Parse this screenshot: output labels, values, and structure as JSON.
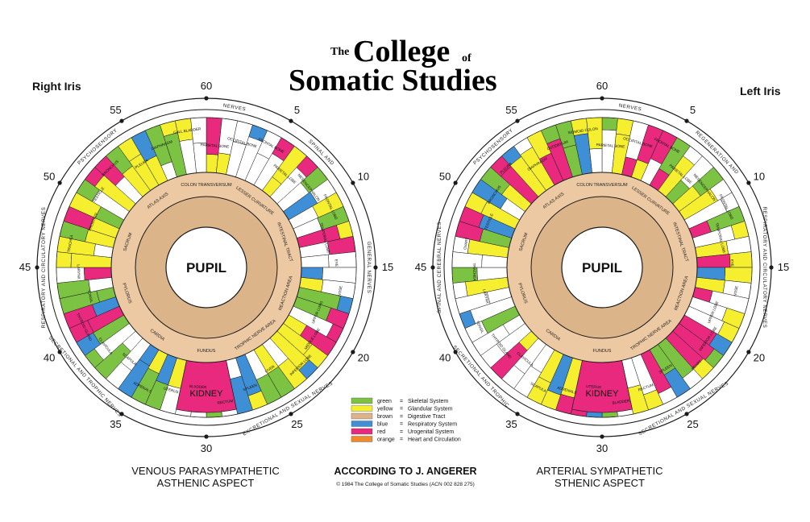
{
  "title": {
    "the": "The",
    "main_line1": "College",
    "of": "of",
    "main_line2": "Somatic Studies"
  },
  "colors": {
    "green": "#7cc243",
    "yellow": "#f5ef2f",
    "brown": "#dcb48a",
    "blue": "#3f8fd6",
    "red": "#e8297e",
    "orange": "#f08a2a",
    "pupil_ring": "#ecc9a3",
    "stroke": "#1a1a1a"
  },
  "right_iris": {
    "label": "Right Iris",
    "caption_line1": "VENOUS PARASYMPATHETIC",
    "caption_line2": "ASTHENIC ASPECT",
    "pupil": "PUPIL",
    "kidney": "KIDNEY",
    "ring_texts": [
      {
        "text": "PSYCHOSENSORY",
        "pos": "upper-left"
      },
      {
        "text": "NERVES",
        "pos": "top"
      },
      {
        "text": "RESPIRATORY AND CIRCULATORY NERVES",
        "pos": "left"
      },
      {
        "text": "SECRETIONAL AND TROPHIC NERVES",
        "pos": "lower-left"
      },
      {
        "text": "EXCRETIONAL AND SEXUAL NERVES",
        "pos": "bottom"
      },
      {
        "text": "GENERAL NERVES",
        "pos": "right"
      },
      {
        "text": "SPINAL AND",
        "pos": "upper-right"
      }
    ]
  },
  "left_iris": {
    "label": "Left Iris",
    "caption_line1": "ARTERIAL SYMPATHETIC",
    "caption_line2": "STHENIC ASPECT",
    "pupil": "PUPIL",
    "kidney": "KIDNEY",
    "ring_texts": [
      {
        "text": "PSYCHOSENSORY",
        "pos": "upper-left"
      },
      {
        "text": "NERVES",
        "pos": "top"
      },
      {
        "text": "SPINAL AND CEREBRAL NERVES",
        "pos": "left"
      },
      {
        "text": "SECRETIONAL AND TROPHIC",
        "pos": "lower-left"
      },
      {
        "text": "SECRETIONAL AND SEXUAL NERVES",
        "pos": "bottom"
      },
      {
        "text": "RESPIRATORY AND CIRCULATORY NERVES",
        "pos": "right"
      },
      {
        "text": "REGENERATION AND",
        "pos": "upper-right"
      }
    ]
  },
  "clock_numbers": [
    "60",
    "5",
    "10",
    "15",
    "20",
    "25",
    "30",
    "35",
    "40",
    "45",
    "50",
    "55"
  ],
  "credit": "ACCORDING TO J. ANGERER",
  "copyright": "© 1984 The College of Somatic Studies (ACN 002 828 275)",
  "legend": [
    {
      "color": "green",
      "name": "green",
      "system": "Skeletal System"
    },
    {
      "color": "yellow",
      "name": "yellow",
      "system": "Glandular System"
    },
    {
      "color": "brown",
      "name": "brown",
      "system": "Digestive Tract"
    },
    {
      "color": "blue",
      "name": "blue",
      "system": "Respiratory System"
    },
    {
      "color": "red",
      "name": "red",
      "system": "Urogenital System"
    },
    {
      "color": "orange",
      "name": "orange",
      "system": "Heart and Circulation"
    }
  ],
  "right_zone_labels": [
    "PARIETAL BONE",
    "OCCIPITAL BONE",
    "FRONTAL BONE",
    "PARIETAL LOBE",
    "MESENCEPHALON",
    "FRONTAL LOBE",
    "TEMPORAL LOBE",
    "EYE",
    "NOSE",
    "UPPER LUNG",
    "MIDDLE LOBE",
    "INFERIOR LOBE",
    "LIVER",
    "SPLEEN",
    "RECTUM",
    "BLADDER",
    "UTERUS",
    "ADRENALS",
    "SCAPULA",
    "CLAVICULA",
    "THYROID GLAND",
    "TONSIL",
    "LARYNX",
    "TRACHEA",
    "PROSTATE",
    "TESTICLE",
    "BRONCHUS",
    "PLEURA",
    "DIAPHRAGM",
    "GALL BLADDER"
  ],
  "left_zone_labels": [
    "PARIETAL BONE",
    "OCCIPITAL BONE",
    "FRONTAL BONE",
    "PARIETAL LOBE",
    "MESENCEPHALON",
    "FRONTAL LOBE",
    "TEMPORAL LOBE",
    "EYE",
    "NOSE",
    "UPPER LOBE",
    "INFERIOR LOBE",
    "HEART",
    "SPLEEN",
    "RECTUM",
    "BLADDER",
    "UTERUS",
    "ADRENALS",
    "SCAPULA",
    "CLAVICULA",
    "THYROID GLAND",
    "TONSIL",
    "LARYNX",
    "TRACHEA",
    "OVARY",
    "TESTICLE",
    "BRONCHUS",
    "PLEURA",
    "DIAPHRAGM",
    "DUODENUM",
    "SIGMOID COLON"
  ],
  "inner_labels": [
    "COLON TRANSVERSUM",
    "LESSER CURVATURE",
    "INTESTINAL TRACT",
    "REACTION AREA",
    "TROPHIC NERVE AREA",
    "FUNDUS",
    "CARDIA",
    "PYLORUS",
    "SACRUM",
    "ATLAS AXIS"
  ]
}
